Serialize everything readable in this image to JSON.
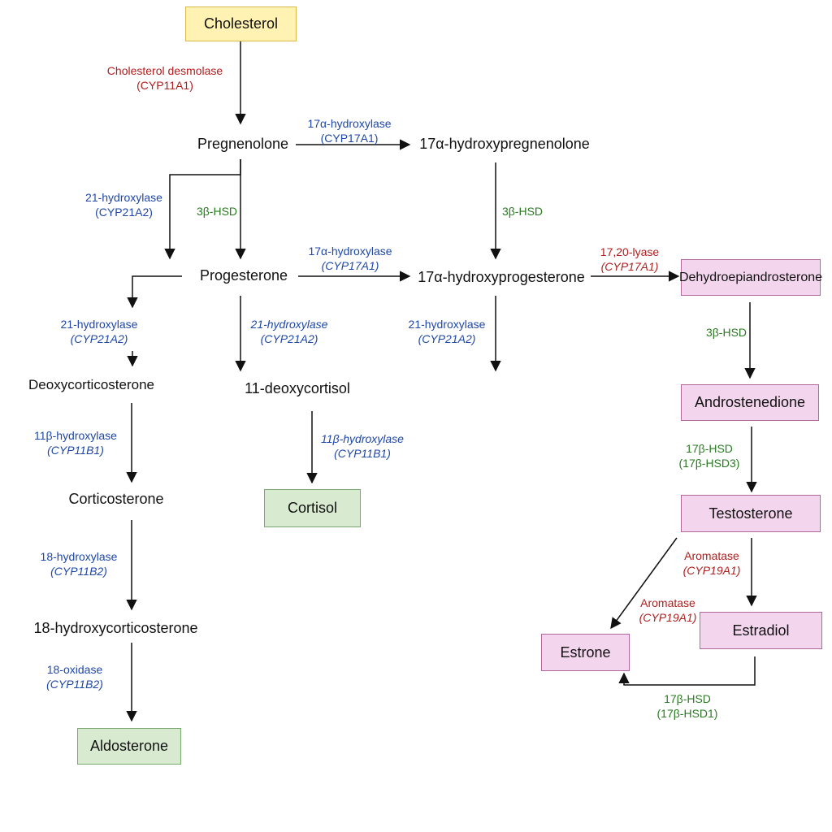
{
  "colors": {
    "cyp_blue": "#1f47a8",
    "lyase_red": "#b01e1e",
    "hsd_green": "#2a7a22",
    "start_box": "#fff2b3",
    "end_box": "#d8ead0",
    "sex_box": "#f3d6ee"
  },
  "nodes": {
    "cholesterol": "Cholesterol",
    "pregnenolone": "Pregnenolone",
    "hydroxypregnenolone": "17α-hydroxypregnenolone",
    "progesterone": "Progesterone",
    "hydroxyprogesterone": "17α-hydroxyprogesterone",
    "dhea": "Dehydroepiandrosterone",
    "deoxycorticosterone": "Deoxycorticosterone",
    "deoxycortisol": "11-deoxycortisol",
    "androstenedione": "Androstenedione",
    "corticosterone": "Corticosterone",
    "cortisol": "Cortisol",
    "testosterone": "Testosterone",
    "hydroxycorticosterone": "18-hydroxycorticosterone",
    "estradiol": "Estradiol",
    "estrone": "Estrone",
    "aldosterone": "Aldosterone"
  },
  "enzymes": {
    "desmolase": {
      "name": "Cholesterol desmolase",
      "gene": "(CYP11A1)"
    },
    "hydroxylase17_a": {
      "name": "17α-hydroxylase",
      "gene": "(CYP17A1)"
    },
    "hydroxylase21_a": {
      "name": "21-hydroxylase",
      "gene": "(CYP21A2)"
    },
    "hsd3b_a": {
      "name": "3β-HSD"
    },
    "hsd3b_b": {
      "name": "3β-HSD"
    },
    "hydroxylase17_b": {
      "name": "17α-hydroxylase",
      "gene": "(CYP17A1)"
    },
    "lyase": {
      "name": "17,20-lyase",
      "gene": "(CYP17A1)"
    },
    "hydroxylase21_b": {
      "name": "21-hydroxylase",
      "gene": "(CYP21A2)"
    },
    "hydroxylase21_c": {
      "name": "21-hydroxylase",
      "gene": "(CYP21A2)"
    },
    "hydroxylase21_d": {
      "name": "21-hydroxylase",
      "gene": "(CYP21A2)"
    },
    "hsd3b_c": {
      "name": "3β-HSD"
    },
    "hydroxylase11_a": {
      "name": "11β-hydroxylase",
      "gene": "(CYP11B1)"
    },
    "hydroxylase11_b": {
      "name": "11β-hydroxylase",
      "gene": "(CYP11B1)"
    },
    "hsd17b3": {
      "name": "17β-HSD",
      "gene": "(17β-HSD3)"
    },
    "hydroxylase18": {
      "name": "18-hydroxylase",
      "gene": "(CYP11B2)"
    },
    "aromatase_a": {
      "name": "Aromatase",
      "gene": "(CYP19A1)"
    },
    "aromatase_b": {
      "name": "Aromatase",
      "gene": "(CYP19A1)"
    },
    "oxidase18": {
      "name": "18-oxidase",
      "gene": "(CYP11B2)"
    },
    "hsd17b1": {
      "name": "17β-HSD",
      "gene": "(17β-HSD1)"
    }
  }
}
